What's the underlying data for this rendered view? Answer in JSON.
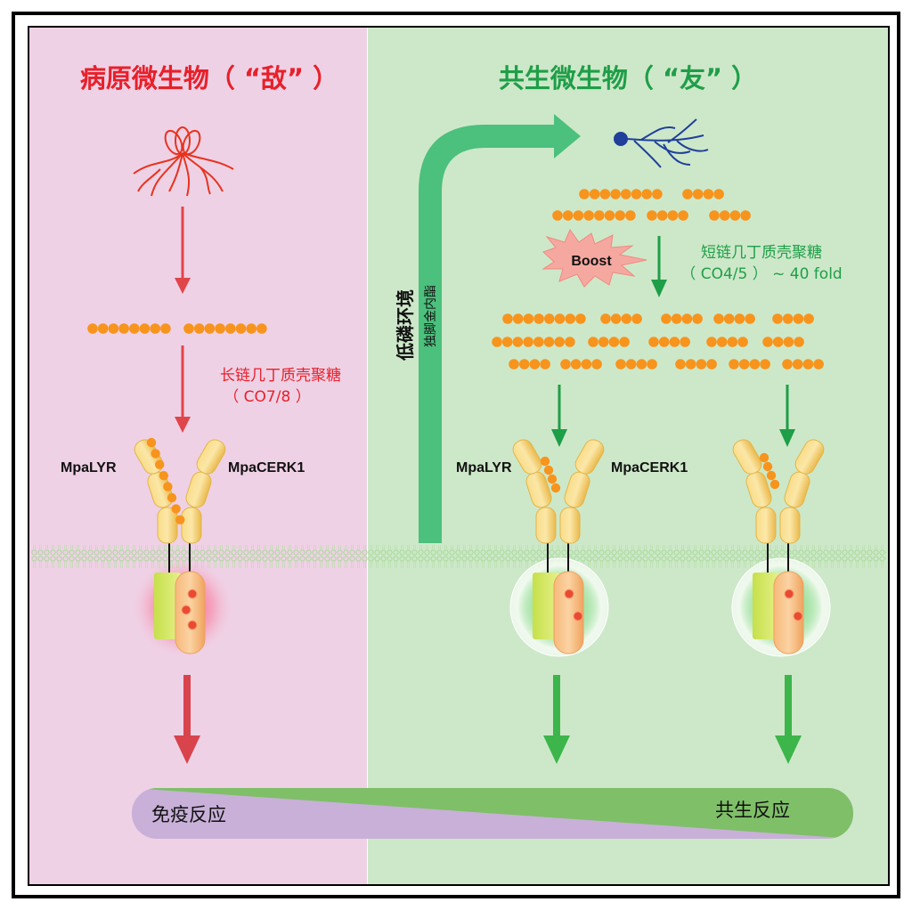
{
  "pathogen": {
    "title": "病原微生物（ “敌” ）",
    "ligand_name": "长链几丁质壳聚糖",
    "ligand_code": "（ CO7/8 ）",
    "chain_lengths": [
      8,
      8
    ],
    "receptor_left_label": "MpaLYR",
    "receptor_right_label": "MpaCERK1",
    "bound_monomers": 8,
    "response": "免疫反应"
  },
  "symbiont": {
    "title": "共生微生物（ “友” ）",
    "condition_main": "低磷环境",
    "condition_sub": "独脚金内酯",
    "boost_label": "Boost",
    "ligand_name": "短链几丁质壳聚糖",
    "ligand_code": "（ CO4/5 ） ~ 40 fold",
    "before_rows": [
      [
        8,
        4
      ],
      [
        8,
        4,
        4
      ]
    ],
    "after_rows": [
      [
        8,
        4,
        4,
        4,
        4
      ],
      [
        8,
        4,
        4,
        4,
        4
      ],
      [
        4,
        4,
        4,
        4,
        4,
        4
      ]
    ],
    "receptor_left_label": "MpaLYR",
    "receptor_right_label": "MpaCERK1",
    "bound_monomers": 4,
    "response": "共生反应"
  },
  "colors": {
    "pathogen_bg": "#efd1e5",
    "symbiont_bg": "#cde8c9",
    "pathogen_accent": "#e8202a",
    "symbiont_accent": "#1f9e48",
    "chitin": "#f7941d",
    "immune_bar": "#c8b0d8",
    "symbiosis_bar": "#7fbf68"
  }
}
